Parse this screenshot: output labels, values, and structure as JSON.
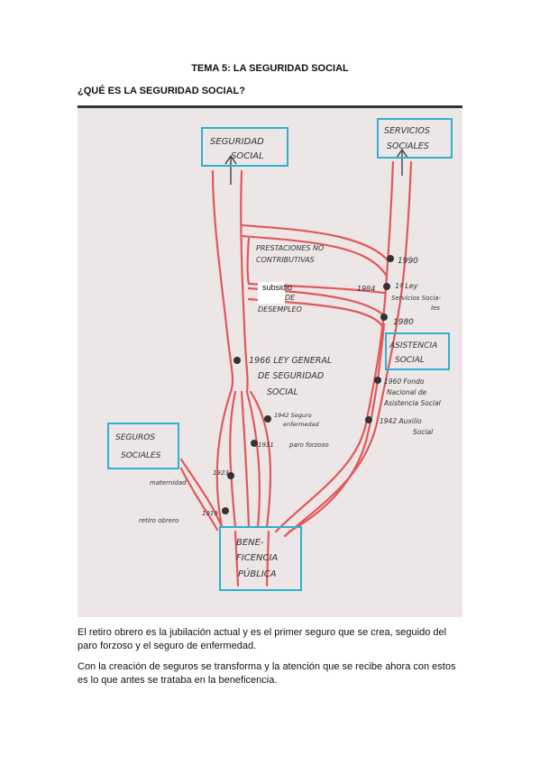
{
  "doc": {
    "title": "TEMA 5: LA SEGURIDAD SOCIAL",
    "section": "¿QUÉ ES LA SEGURIDAD SOCIAL?",
    "paragraphs": [
      "El retiro obrero es la jubilación actual y es el primer seguro que se crea, seguido del paro forzoso y el seguro de enfermedad.",
      "Con la creación de seguros se transforma y la atención que se recibe ahora con estos es lo que antes se trataba en la beneficencia."
    ]
  },
  "diagram": {
    "colors": {
      "line": "#e2585b",
      "box": "#2eb1cf",
      "dot": "#333333",
      "bg": "#ece6e6"
    },
    "boxes": {
      "seguridad_social": [
        "SEGURIDAD",
        "SOCIAL"
      ],
      "servicios_sociales": [
        "SERVICIOS",
        "SOCIALES"
      ],
      "asistencia_social": [
        "ASISTENCIA",
        "SOCIAL"
      ],
      "seguros_sociales": [
        "SEGUROS",
        "SOCIALES"
      ],
      "beneficencia_publica": [
        "BENE-",
        "FICENCIA",
        "PÚBLICA"
      ]
    },
    "labels": {
      "prestaciones": [
        "PRESTACIONES NO",
        "CONTRIBUTIVAS"
      ],
      "subsidio_typed": "subsidio",
      "desempleo": [
        "DE",
        "DESEMPLEO"
      ],
      "ley_general": [
        "1966 LEY GENERAL",
        "DE SEGURIDAD",
        "SOCIAL"
      ],
      "y1990": "1990",
      "y1984": "1984",
      "ley_servicios": [
        "1ª Ley",
        "Servicios Socia-",
        "les"
      ],
      "y1980": "1980",
      "fondo": [
        "1960 Fondo",
        "Nacional de",
        "Asistencia Social"
      ],
      "auxilio": [
        "1942 Auxilio",
        "Social"
      ],
      "seguro_enfermedad": [
        "1942 Seguro",
        "enfermedad"
      ],
      "paro_forzoso": [
        "1931",
        "paro forzoso"
      ],
      "maternidad": [
        "maternidad",
        "1923"
      ],
      "retiro": [
        "retiro obrero",
        "1919"
      ]
    }
  }
}
